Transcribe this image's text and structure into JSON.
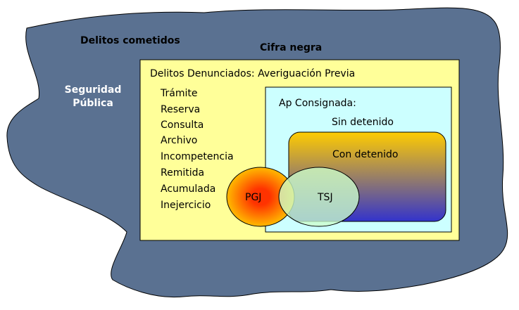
{
  "outer_region": {
    "label_top_left": "Delitos cometidos",
    "label_top_center": "Cifra negra",
    "label_left": "Seguridad Pública",
    "fill": "#5a7191"
  },
  "reported_box": {
    "title": "Delitos Denunciados: Averiguación Previa",
    "items": [
      "Trámite",
      "Reserva",
      "Consulta",
      "Archivo",
      "Incompetencia",
      "Remitida",
      "Acumulada",
      "Inejercicio"
    ],
    "fill": "#ffff99"
  },
  "consigned_box": {
    "title": "Ap Consignada:",
    "subtitle": "Sin detenido",
    "fill": "#ccffff"
  },
  "detained_box": {
    "label": "Con detenido",
    "gradient_top": "#ffcc00",
    "gradient_bottom": "#3333cc"
  },
  "pgj_ellipse": {
    "label": "PGJ",
    "color_center": "#ff3300",
    "color_edge": "#ffcc00"
  },
  "tsj_ellipse": {
    "label": "TSJ",
    "fill": "#ccffcc"
  }
}
